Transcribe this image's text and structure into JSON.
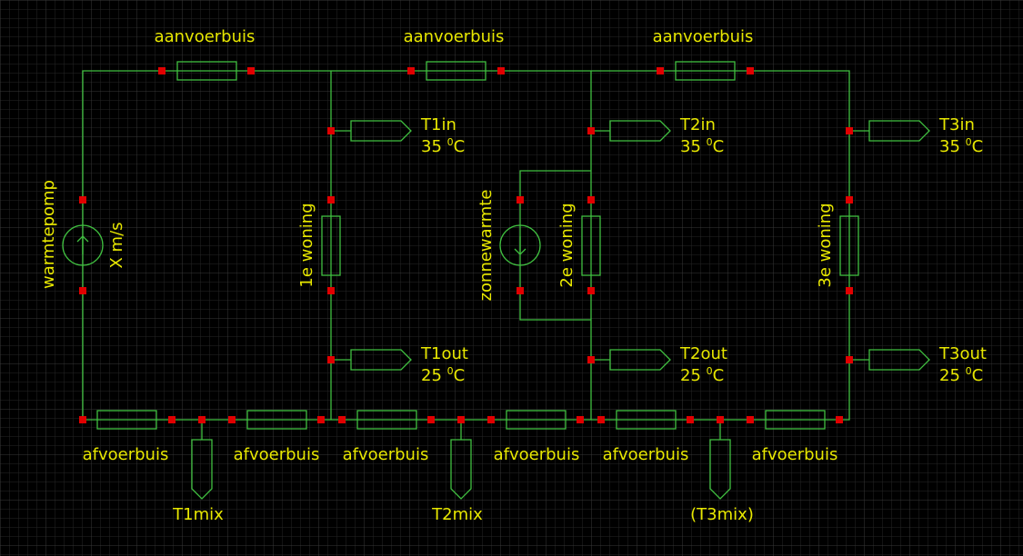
{
  "pipes": {
    "supply": "aanvoerbuis",
    "return": "afvoerbuis"
  },
  "sources": {
    "heat_pump_label": "warmtepomp",
    "heat_pump_value": "X m/s",
    "solar_label": "zonnewarmte"
  },
  "houses": [
    {
      "label": "1e woning",
      "in_name": "T1in",
      "out_name": "T1out"
    },
    {
      "label": "2e woning",
      "in_name": "T2in",
      "out_name": "T2out"
    },
    {
      "label": "3e woning",
      "in_name": "T3in",
      "out_name": "T3out"
    }
  ],
  "temperatures": {
    "in_value": "35 ",
    "out_value": "25 ",
    "degree": "0",
    "unit": "C"
  },
  "mix_probes": [
    "T1mix",
    "T2mix",
    "(T3mix)"
  ],
  "colors": {
    "background": "#000000",
    "grid": "#3a3a3a",
    "wire": "#40c040",
    "pin": "#e00000",
    "text": "#e8e800"
  }
}
